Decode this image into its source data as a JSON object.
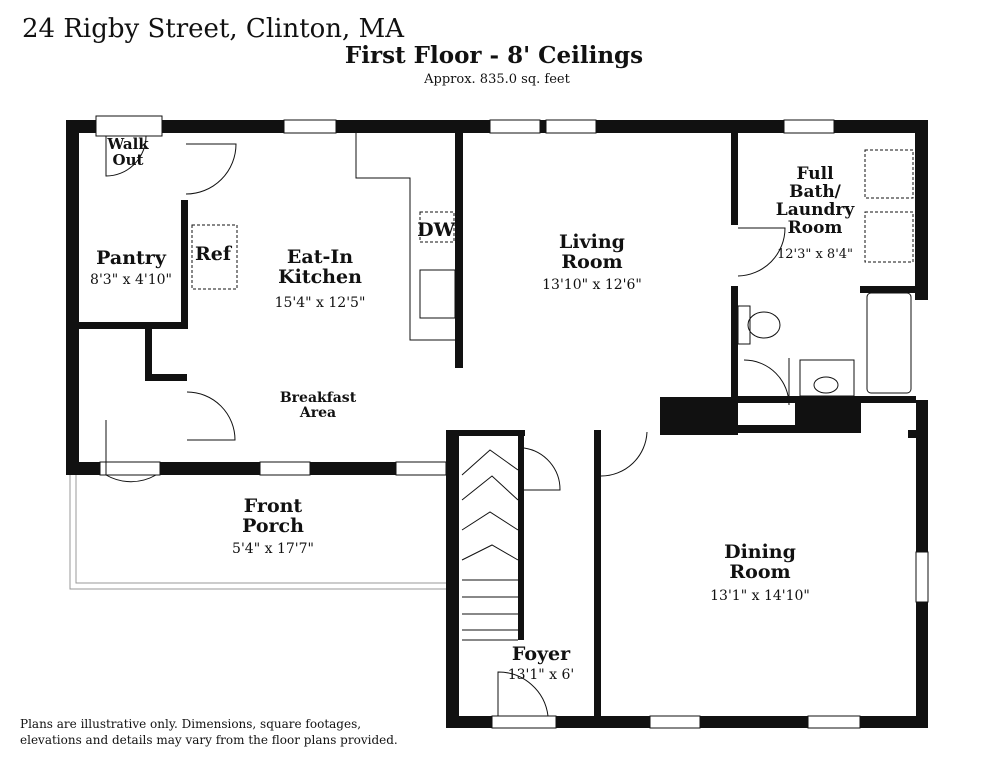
{
  "header": {
    "address": "24 Rigby Street, Clinton, MA",
    "floor_title": "First Floor - 8' Ceilings",
    "area": "Approx. 835.0 sq. feet"
  },
  "rooms": {
    "walk_out": {
      "name": "Walk\nOut"
    },
    "pantry": {
      "name": "Pantry",
      "dims": "8'3\" x 4'10\""
    },
    "ref": {
      "name": "Ref"
    },
    "dw": {
      "name": "DW"
    },
    "kitchen": {
      "name": "Eat-In\nKitchen",
      "dims": "15'4\" x 12'5\""
    },
    "breakfast": {
      "name": "Breakfast\nArea"
    },
    "living": {
      "name": "Living\nRoom",
      "dims": "13'10\" x 12'6\""
    },
    "bath": {
      "name": "Full\nBath/\nLaundry\nRoom",
      "dims": "12'3\" x 8'4\""
    },
    "porch": {
      "name": "Front\nPorch",
      "dims": "5'4\" x 17'7\""
    },
    "dining": {
      "name": "Dining\nRoom",
      "dims": "13'1\" x 14'10\""
    },
    "foyer": {
      "name": "Foyer",
      "dims": "13'1\" x 6'"
    }
  },
  "disclaimer": "Plans are illustrative only. Dimensions, square footages, elevations and details may vary from the floor plans provided."
}
